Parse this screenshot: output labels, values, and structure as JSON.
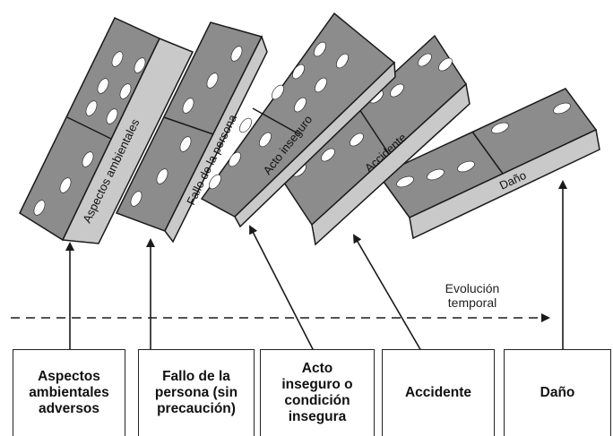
{
  "dominoes": [
    {
      "id": "aspectos",
      "label": "Aspectos ambientales"
    },
    {
      "id": "fallo",
      "label": "Fallo de la persona"
    },
    {
      "id": "acto",
      "label": "Acto inseguro"
    },
    {
      "id": "accidente",
      "label": "Accidente"
    },
    {
      "id": "dano",
      "label": "Daño"
    }
  ],
  "timeline": {
    "label": "Evolución\ntemporal"
  },
  "boxes": [
    {
      "label": "Aspectos\nambientales\nadversos"
    },
    {
      "label": "Fallo de la\npersona (sin\nprecaución)"
    },
    {
      "label": "Acto\ninseguro o\ncondición\ninsegura"
    },
    {
      "label": "Accidente"
    },
    {
      "label": "Daño"
    }
  ],
  "colors": {
    "domino_face": "#8c8c8c",
    "domino_side": "#c9c9c9",
    "pip": "#ffffff",
    "outline": "#1a1a1a"
  }
}
